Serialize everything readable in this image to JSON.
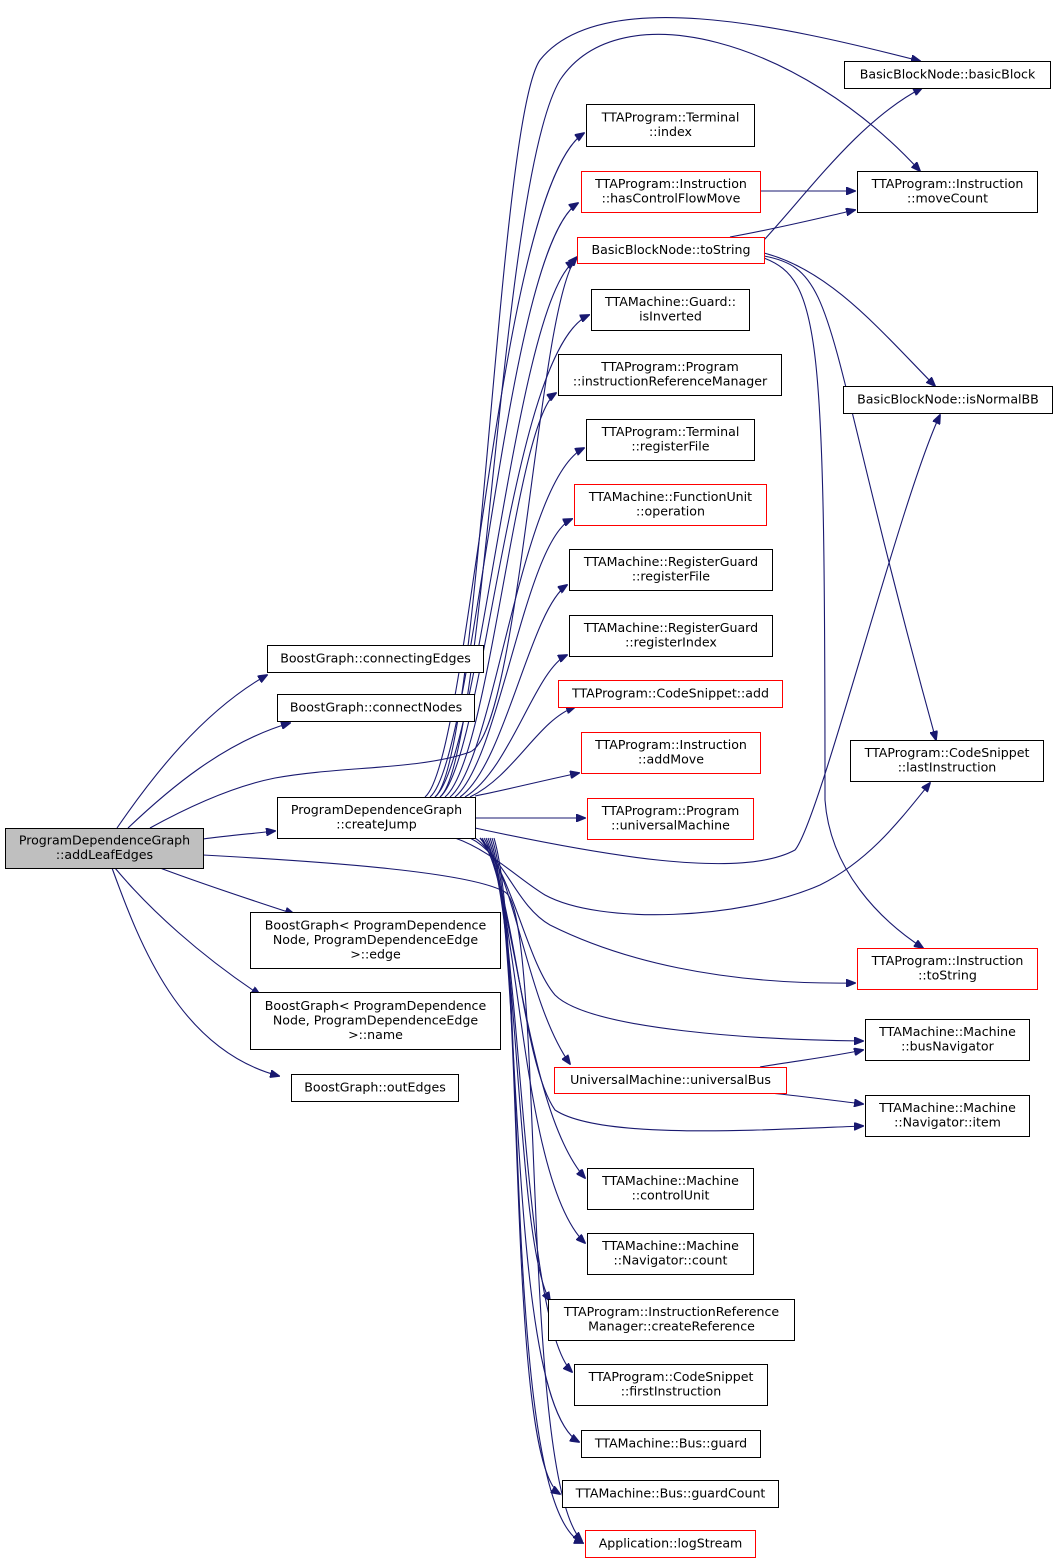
{
  "diagram": {
    "type": "call-graph",
    "root": "root",
    "colors": {
      "edge": "#191970",
      "border_default": "#000000",
      "border_incomplete": "#ff0000",
      "root_fill": "#bfbfbf"
    },
    "nodes": [
      {
        "id": "root",
        "lines": [
          "ProgramDependenceGraph",
          "::addLeafEdges"
        ],
        "style": "root"
      },
      {
        "id": "connectingEdges",
        "lines": [
          "BoostGraph::connectingEdges"
        ],
        "style": "black"
      },
      {
        "id": "connectNodes",
        "lines": [
          "BoostGraph::connectNodes"
        ],
        "style": "black"
      },
      {
        "id": "createJump",
        "lines": [
          "ProgramDependenceGraph",
          "::createJump"
        ],
        "style": "black"
      },
      {
        "id": "edge",
        "lines": [
          "BoostGraph< ProgramDependence",
          "Node, ProgramDependenceEdge",
          ">::edge"
        ],
        "style": "black"
      },
      {
        "id": "name",
        "lines": [
          "BoostGraph< ProgramDependence",
          "Node, ProgramDependenceEdge",
          ">::name"
        ],
        "style": "black"
      },
      {
        "id": "outEdges",
        "lines": [
          "BoostGraph::outEdges"
        ],
        "style": "black"
      },
      {
        "id": "termIndex",
        "lines": [
          "TTAProgram::Terminal",
          "::index"
        ],
        "style": "black"
      },
      {
        "id": "hasCFM",
        "lines": [
          "TTAProgram::Instruction",
          "::hasControlFlowMove"
        ],
        "style": "red"
      },
      {
        "id": "bbToString",
        "lines": [
          "BasicBlockNode::toString"
        ],
        "style": "red"
      },
      {
        "id": "isInverted",
        "lines": [
          "TTAMachine::Guard::",
          "isInverted"
        ],
        "style": "black"
      },
      {
        "id": "irm",
        "lines": [
          "TTAProgram::Program",
          "::instructionReferenceManager"
        ],
        "style": "black"
      },
      {
        "id": "termRF",
        "lines": [
          "TTAProgram::Terminal",
          "::registerFile"
        ],
        "style": "black"
      },
      {
        "id": "fuOperation",
        "lines": [
          "TTAMachine::FunctionUnit",
          "::operation"
        ],
        "style": "red"
      },
      {
        "id": "rgRF",
        "lines": [
          "TTAMachine::RegisterGuard",
          "::registerFile"
        ],
        "style": "black"
      },
      {
        "id": "rgIndex",
        "lines": [
          "TTAMachine::RegisterGuard",
          "::registerIndex"
        ],
        "style": "black"
      },
      {
        "id": "csAdd",
        "lines": [
          "TTAProgram::CodeSnippet::add"
        ],
        "style": "red"
      },
      {
        "id": "addMove",
        "lines": [
          "TTAProgram::Instruction",
          "::addMove"
        ],
        "style": "red"
      },
      {
        "id": "universalMachine",
        "lines": [
          "TTAProgram::Program",
          "::universalMachine"
        ],
        "style": "red"
      },
      {
        "id": "universalBus",
        "lines": [
          "UniversalMachine::universalBus"
        ],
        "style": "red"
      },
      {
        "id": "controlUnit",
        "lines": [
          "TTAMachine::Machine",
          "::controlUnit"
        ],
        "style": "black"
      },
      {
        "id": "navCount",
        "lines": [
          "TTAMachine::Machine",
          "::Navigator::count"
        ],
        "style": "black"
      },
      {
        "id": "createRef",
        "lines": [
          "TTAProgram::InstructionReference",
          "Manager::createReference"
        ],
        "style": "black"
      },
      {
        "id": "firstInstr",
        "lines": [
          "TTAProgram::CodeSnippet",
          "::firstInstruction"
        ],
        "style": "black"
      },
      {
        "id": "busGuard",
        "lines": [
          "TTAMachine::Bus::guard"
        ],
        "style": "black"
      },
      {
        "id": "busGuardCount",
        "lines": [
          "TTAMachine::Bus::guardCount"
        ],
        "style": "black"
      },
      {
        "id": "logStream",
        "lines": [
          "Application::logStream"
        ],
        "style": "red"
      },
      {
        "id": "basicBlock",
        "lines": [
          "BasicBlockNode::basicBlock"
        ],
        "style": "black"
      },
      {
        "id": "moveCount",
        "lines": [
          "TTAProgram::Instruction",
          "::moveCount"
        ],
        "style": "black"
      },
      {
        "id": "isNormalBB",
        "lines": [
          "BasicBlockNode::isNormalBB"
        ],
        "style": "black"
      },
      {
        "id": "lastInstr",
        "lines": [
          "TTAProgram::CodeSnippet",
          "::lastInstruction"
        ],
        "style": "black"
      },
      {
        "id": "instrToString",
        "lines": [
          "TTAProgram::Instruction",
          "::toString"
        ],
        "style": "red"
      },
      {
        "id": "busNavigator",
        "lines": [
          "TTAMachine::Machine",
          "::busNavigator"
        ],
        "style": "black"
      },
      {
        "id": "navItem",
        "lines": [
          "TTAMachine::Machine",
          "::Navigator::item"
        ],
        "style": "black"
      }
    ]
  }
}
